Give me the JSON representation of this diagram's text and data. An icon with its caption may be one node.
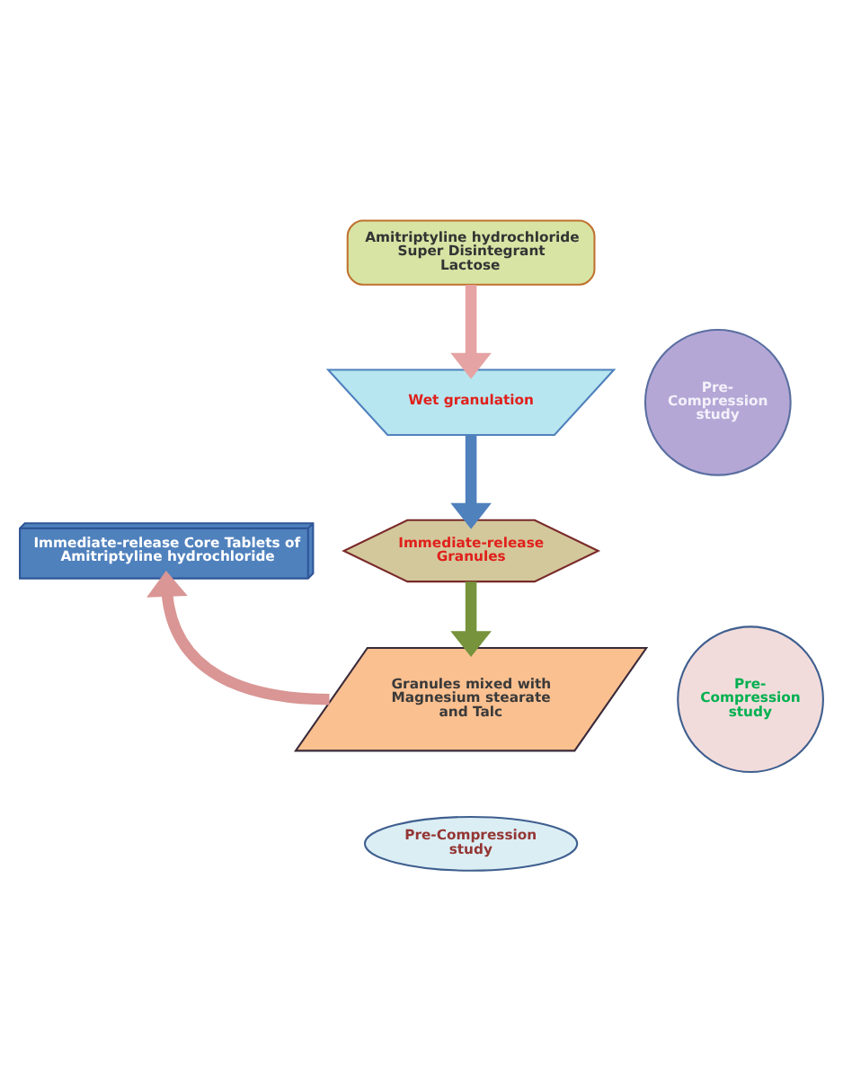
{
  "diagram": {
    "nodes": [
      {
        "text": [
          "Amitriptyline hydrochloride",
          "Super Disintegrant",
          "Lactose"
        ]
      },
      {
        "text": [
          "Pre-Compression study"
        ]
      },
      {
        "text": [
          "Wet granulation"
        ]
      },
      {
        "text": [
          "Immediate-release Granules"
        ]
      },
      {
        "text": [
          "Pre-Compression study"
        ]
      },
      {
        "text": [
          "Granules mixed with Magnesium stearate and Talc"
        ]
      },
      {
        "text": [
          "Pre-Compression study"
        ]
      },
      {
        "text": [
          "Immediate-release Core Tablets of Amitriptyline hydrochloride"
        ]
      }
    ],
    "edges": [
      {
        "from": 0,
        "to": 2,
        "arrow": "to",
        "color": "#e6a3a3"
      },
      {
        "from": 2,
        "to": 3,
        "arrow": "to",
        "color": "#4f81bd"
      },
      {
        "from": 3,
        "to": 5,
        "arrow": "to",
        "color": "#77933c"
      },
      {
        "from": 5,
        "to": 7,
        "arrow": "to",
        "color": "#d99694"
      }
    ]
  }
}
